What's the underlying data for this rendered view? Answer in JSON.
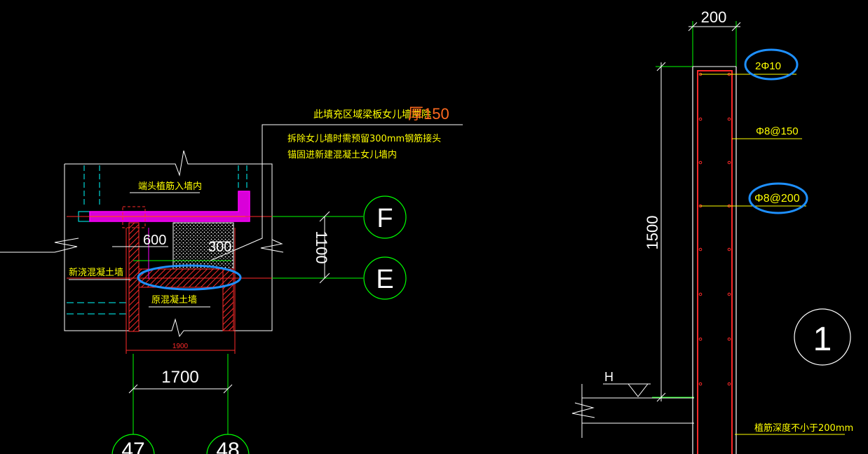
{
  "colors": {
    "background": "#000000",
    "line": "#ffffff",
    "dimension": "#00ff00",
    "text_annot": "#ffff00",
    "text_orange": "#ff6a1f",
    "axis_bubble": "#00ff00",
    "slab": "#ff00ff",
    "rebar": "#ff2a2a",
    "highlight": "#1e90ff",
    "cyan": "#00ffff"
  },
  "plan": {
    "title_prefix": "此填充区域梁板女儿墙凿除",
    "title_suffix": "厚150",
    "note_line1": "拆除女儿墙时需预留300mm钢筋接头",
    "note_line2": "锚固进新建混凝土女儿墙内",
    "label_end_rebar": "端头植筋入墙内",
    "label_new_wall": "新浇混凝土墙",
    "label_old_wall": "原混凝土墙",
    "dim_600": "600",
    "dim_300": "300",
    "dim_1100": "1100",
    "dim_1900": "1900",
    "dim_1700": "1700",
    "axis_F": "F",
    "axis_E": "E",
    "axis_47": "47",
    "axis_48": "48"
  },
  "section": {
    "dim_200": "200",
    "dim_1500": "1500",
    "rebar_top": "2Φ10",
    "rebar_dist": "Φ8@150",
    "rebar_stirrup": "Φ8@200",
    "level_H": "H",
    "note_embed": "植筋深度不小于200mm",
    "detail_no": "1"
  }
}
